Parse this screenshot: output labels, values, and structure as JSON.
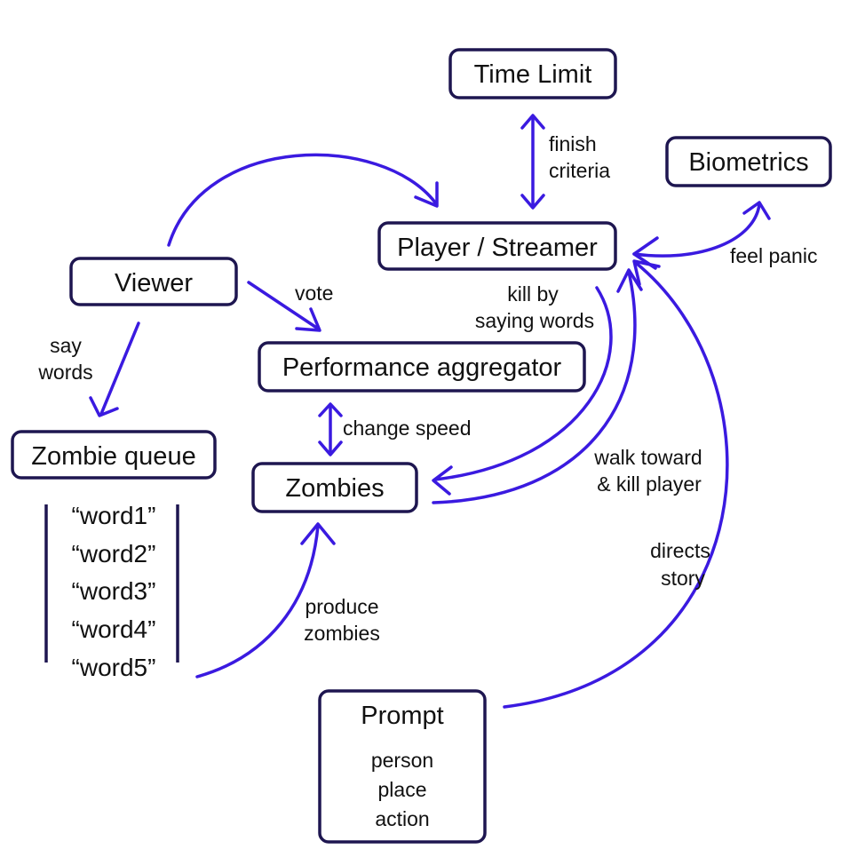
{
  "colors": {
    "arrow": "#3a1ae0",
    "box_border": "#1e1650",
    "text": "#111111"
  },
  "nodes": {
    "time_limit": "Time Limit",
    "biometrics": "Biometrics",
    "player": "Player / Streamer",
    "viewer": "Viewer",
    "aggregator": "Performance aggregator",
    "zombie_queue": "Zombie queue",
    "zombies": "Zombies",
    "prompt": {
      "title": "Prompt",
      "items": [
        "person",
        "place",
        "action"
      ]
    }
  },
  "queue_words": [
    "“word1”",
    "“word2”",
    "“word3”",
    "“word4”",
    "“word5”"
  ],
  "edge_labels": {
    "finish": [
      "finish",
      "criteria"
    ],
    "feel_panic": "feel panic",
    "vote": "vote",
    "say_words": [
      "say",
      "words"
    ],
    "kill_by": [
      "kill by",
      "saying words"
    ],
    "change_speed": "change speed",
    "walk_toward": [
      "walk toward",
      "& kill player"
    ],
    "directs": [
      "directs",
      "story"
    ],
    "produce": [
      "produce",
      "zombies"
    ]
  }
}
